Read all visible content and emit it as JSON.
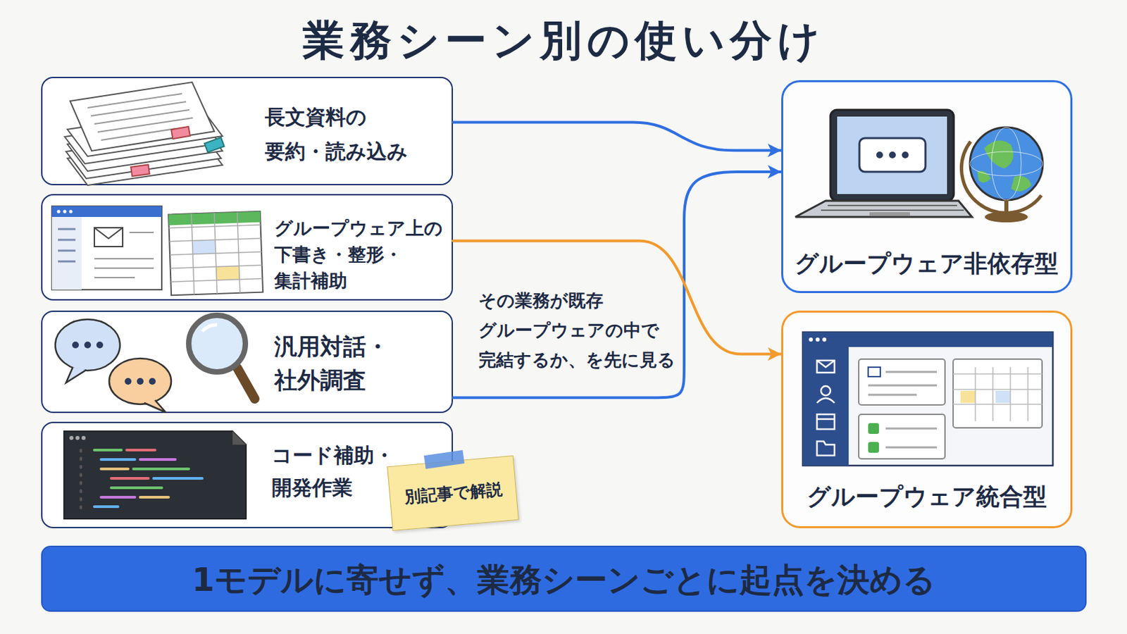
{
  "diagram": {
    "title": "業務シーン別の使い分け",
    "nodes": [
      {
        "text": [
          "長文資料の 要約・読み込み"
        ]
      },
      {
        "text": [
          "グループウェア上の 下書き・整形・ 集計補助"
        ]
      },
      {
        "text": [
          "汎用対話・ 社外調査"
        ]
      },
      {
        "text": [
          "コード補助・ 開発作業"
        ]
      },
      {
        "text": [
          "別記事で解説"
        ]
      },
      {
        "text": [
          "グループウェア非依存型"
        ]
      },
      {
        "text": [
          "グループウェア統合型"
        ]
      },
      {
        "text": [
          "1モデルに寄せず、業務シーンごとに起点を決める"
        ]
      }
    ],
    "edges": [
      {
        "from": 0,
        "to": 5,
        "arrow": "to"
      },
      {
        "from": 2,
        "to": 5,
        "arrow": "to"
      },
      {
        "from": 1,
        "to": 6,
        "arrow": "to"
      }
    ],
    "labels": [
      "その業務が既存 グループウェアの中で 完結するか、を先に見る"
    ]
  }
}
